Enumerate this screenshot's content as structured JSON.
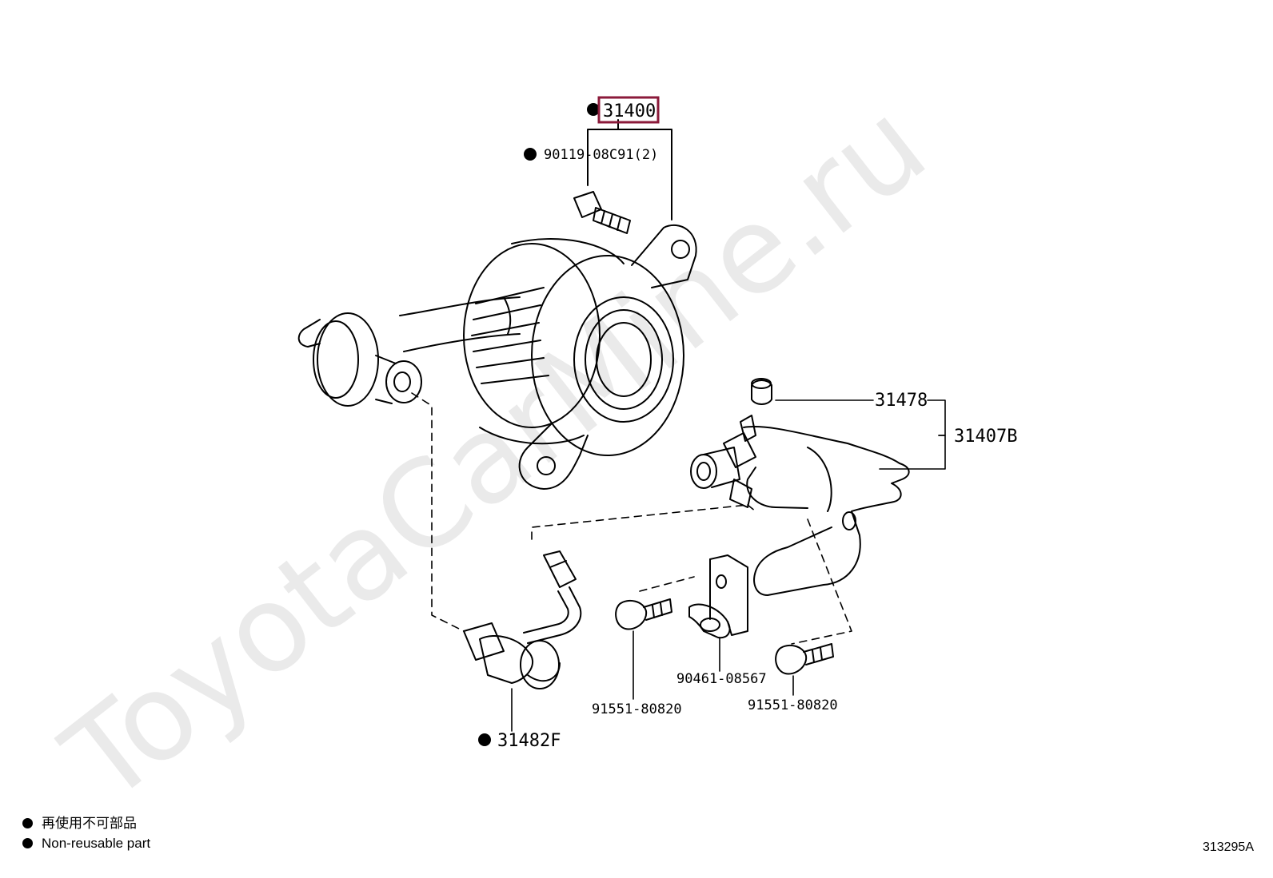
{
  "watermark": "ToyotaCarMine.ru",
  "callouts": {
    "assembly": "31400",
    "bolt_top": "90119-08C91(2)",
    "bleeder_cap": "31478",
    "bracket_assembly": "31407B",
    "hose": "31482F",
    "clamp": "90461-08567",
    "bolt_left": "91551-80820",
    "bolt_right": "91551-80820"
  },
  "legend": {
    "japanese": "再使用不可部品",
    "english": "Non-reusable part"
  },
  "drawing_code": "313295A",
  "colors": {
    "highlight_box": "#8b1a3a",
    "line": "#000000",
    "watermark": "#d9d9d9"
  }
}
